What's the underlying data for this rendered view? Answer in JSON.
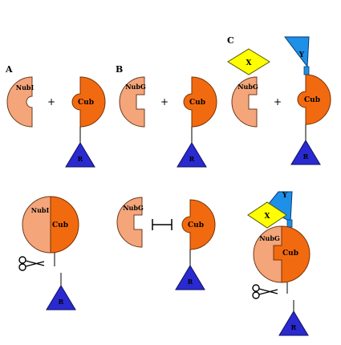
{
  "panels": {
    "a": "A",
    "b": "B",
    "c": "C"
  },
  "plus_sign": "+",
  "labels": {
    "nubi": "NubI",
    "nubg": "NubG",
    "cub": "Cub",
    "reporter": "R",
    "ligand_x": "X",
    "ligand_y": "Y"
  },
  "colors": {
    "nub": "#f4a57a",
    "cub": "#f26a10",
    "reporter": "#2a2ad0",
    "ligand_x": "#ffff00",
    "ligand_y": "#1e90e8",
    "linker": "#1e90e8"
  },
  "icons": [
    "scissors-icon",
    "inhibition-symbol"
  ]
}
